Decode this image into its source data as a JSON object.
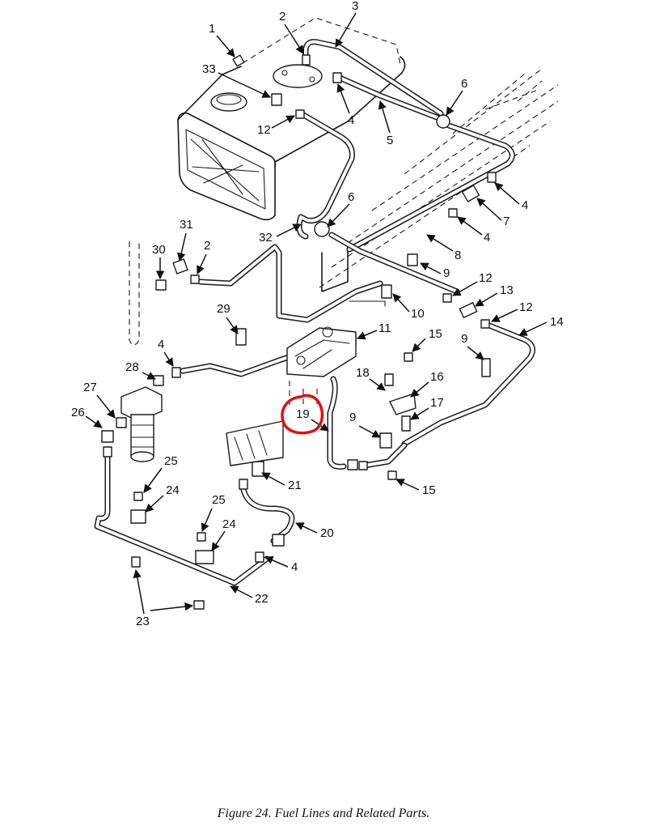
{
  "figure": {
    "caption": "Figure 24.  Fuel Lines and Related Parts."
  },
  "callouts": [
    "1",
    "2",
    "3",
    "33",
    "4",
    "12",
    "6",
    "5",
    "4",
    "7",
    "6",
    "32",
    "4",
    "8",
    "31",
    "2",
    "30",
    "9",
    "12",
    "13",
    "12",
    "10",
    "29",
    "14",
    "11",
    "15",
    "9",
    "4",
    "28",
    "18",
    "16",
    "27",
    "17",
    "26",
    "19",
    "9",
    "25",
    "24",
    "21",
    "15",
    "25",
    "24",
    "20",
    "4",
    "22",
    "23"
  ],
  "highlight": {
    "target_label": "19",
    "color": "#e01010"
  }
}
